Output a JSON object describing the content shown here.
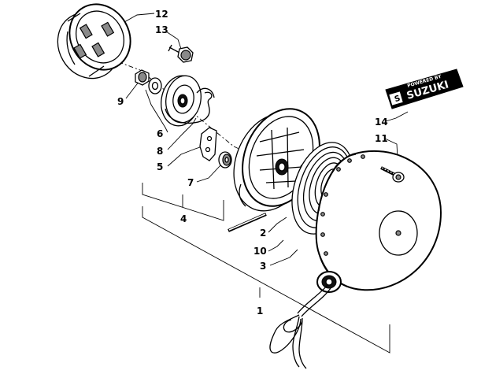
{
  "diagram": {
    "labels": {
      "p1": "1",
      "p2": "2",
      "p3": "3",
      "p4": "4",
      "p5": "5",
      "p6": "6",
      "p7": "7",
      "p8": "8",
      "p9": "9",
      "p10": "10",
      "p11": "11",
      "p12": "12",
      "p13": "13",
      "p14": "14"
    },
    "decal": {
      "line1": "POWERED BY",
      "line2": "SUZUKI"
    }
  }
}
